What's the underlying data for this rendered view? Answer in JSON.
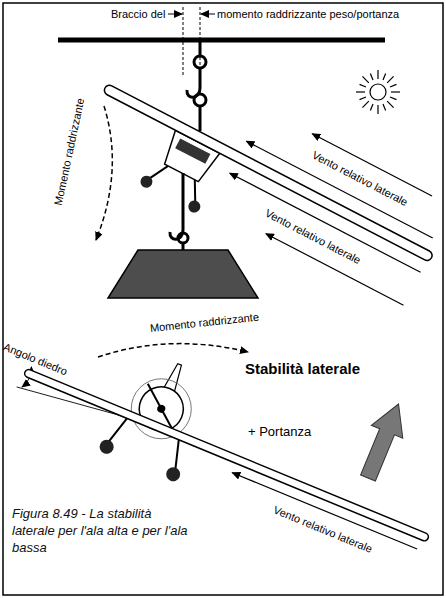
{
  "diagram": {
    "caption": "Figura 8.49 - La stabilità laterale per l'ala alta e per l'ala bassa",
    "labels": [
      "Braccio del",
      "momento raddrizzante peso/portanza",
      "Momento raddrizzante",
      "Vento relativo laterale",
      "Vento relativo laterale",
      "Momento raddrizzante",
      "Stabilità laterale",
      "Angolo diedro",
      "+ Portanza",
      "Vento relativo laterale"
    ]
  }
}
